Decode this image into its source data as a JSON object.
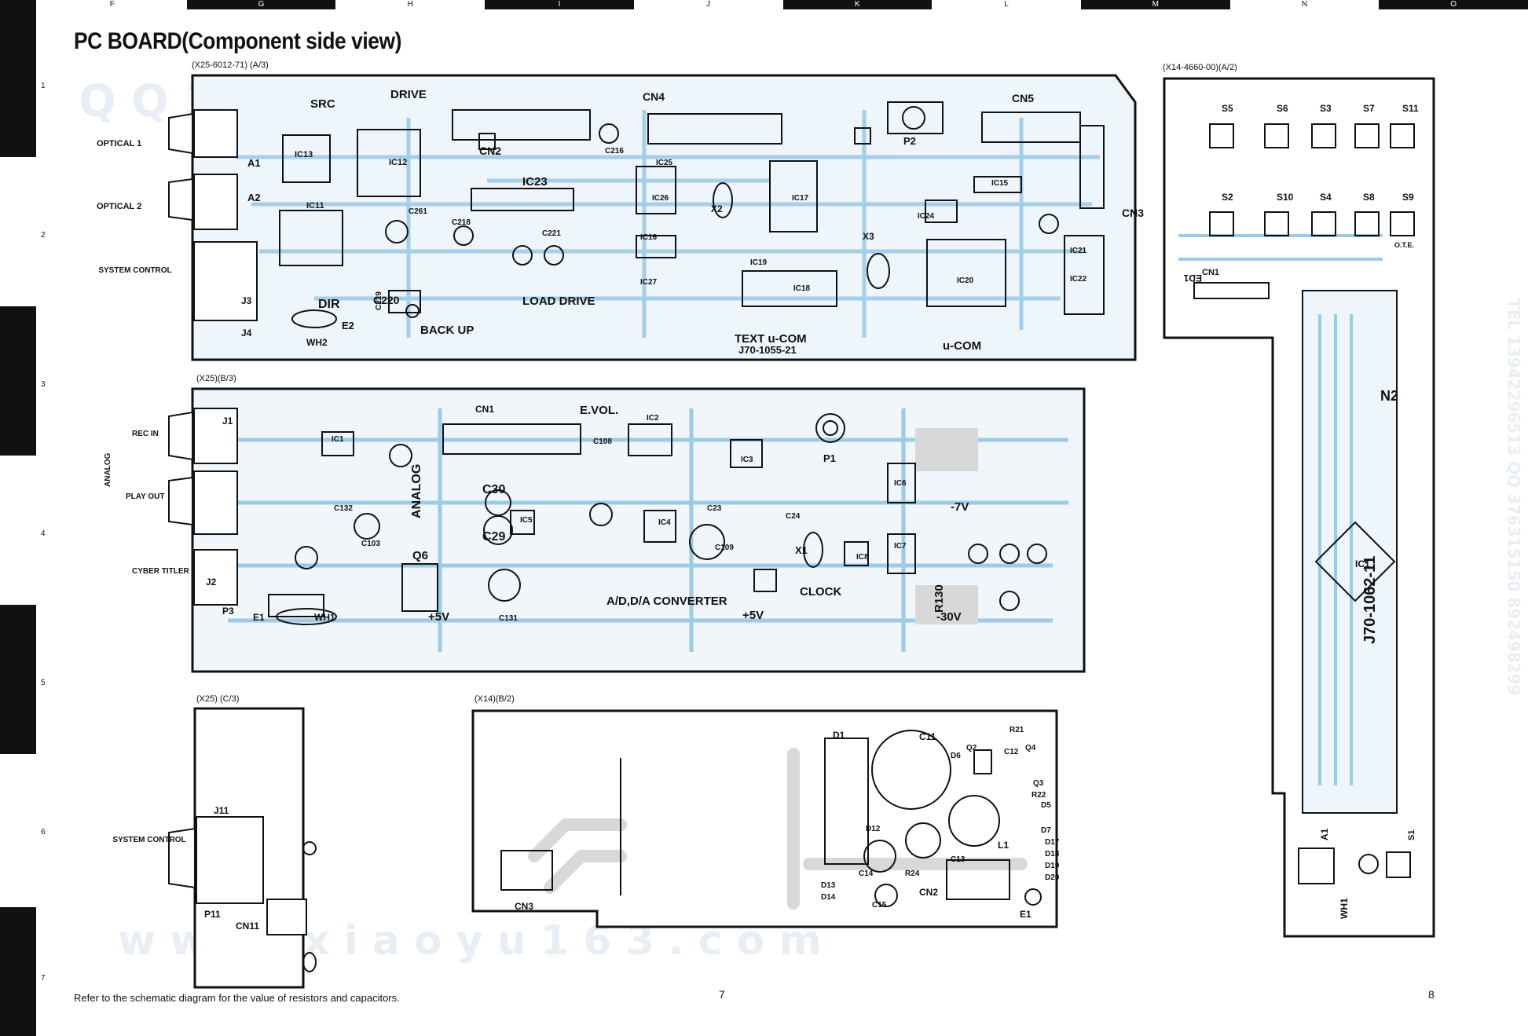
{
  "grid": {
    "columns": [
      "F",
      "G",
      "H",
      "I",
      "J",
      "K",
      "L",
      "M",
      "N",
      "O"
    ],
    "rows": [
      "1",
      "2",
      "3",
      "4",
      "5",
      "6",
      "7"
    ]
  },
  "title": "PC BOARD(Component side view)",
  "boards": {
    "a3": {
      "part": "(X25-6012-71) (A/3)",
      "pcb_no": "J70-1055-21",
      "side_labels": [
        "OPTICAL 1",
        "OPTICAL 2",
        "SYSTEM CONTROL"
      ],
      "labels": [
        "SRC",
        "DRIVE",
        "CN4",
        "CN5",
        "CN2",
        "CN3",
        "IC13",
        "IC12",
        "IC11",
        "IC23",
        "IC25",
        "IC26",
        "IC16",
        "IC27",
        "IC17",
        "IC19",
        "IC18",
        "IC15",
        "IC24",
        "IC20",
        "IC21",
        "IC22",
        "X2",
        "X3",
        "P2",
        "A1",
        "A2",
        "J3",
        "J4",
        "E2",
        "WH2",
        "DIR",
        "BACK UP",
        "LOAD DRIVE",
        "TEXT u-COM",
        "u-COM",
        "C220",
        "C216",
        "C218",
        "C219",
        "C221",
        "C261"
      ]
    },
    "b3": {
      "part": "(X25)(B/3)",
      "side_labels": [
        "REC IN",
        "PLAY OUT",
        "ANALOG",
        "CYBER TITLER"
      ],
      "labels": [
        "J1",
        "J2",
        "P3",
        "E1",
        "WH1",
        "CN1",
        "E.VOL.",
        "IC1",
        "IC2",
        "IC3",
        "IC4",
        "IC5",
        "IC6",
        "IC7",
        "IC8",
        "P1",
        "X1",
        "Q6",
        "ANALOG",
        "A/D,D/A CONVERTER",
        "CLOCK",
        "+5V",
        "+5V",
        "-7V",
        "-30V",
        "R130",
        "C30",
        "C29",
        "C131",
        "C108",
        "C109",
        "C24",
        "C23",
        "C132",
        "C103"
      ]
    },
    "c3": {
      "part": "(X25) (C/3)",
      "side_labels": [
        "SYSTEM CONTROL"
      ],
      "labels": [
        "J11",
        "P11",
        "CN11"
      ]
    },
    "b2": {
      "part": "(X14)(B/2)",
      "labels": [
        "CN3",
        "D1",
        "C11",
        "Q4",
        "Q2",
        "Q3",
        "D12",
        "C14",
        "C13",
        "C15",
        "L1",
        "CN2",
        "E1",
        "D5",
        "D7",
        "D13",
        "D14",
        "D17",
        "D18",
        "D19",
        "D20",
        "R21",
        "R22",
        "R24",
        "C12",
        "D6"
      ]
    },
    "a2": {
      "part": "(X14-4660-00)(A/2)",
      "pcb_no": "J70-1062-11",
      "labels": [
        "S5",
        "S6",
        "S3",
        "S7",
        "S11",
        "S2",
        "S10",
        "S4",
        "S8",
        "S9",
        "CN1",
        "ED1",
        "N2",
        "IC1",
        "A1",
        "WH1",
        "S1",
        "O.T.E."
      ]
    }
  },
  "watermark": {
    "top": "Q Q 3 7 6 3 1 5 1 5 0 4 9 8 2 9 9",
    "bottom": "w w w . x i a o y u 1 6 3 . c o m",
    "side": "TEL 13942296513 QQ 376315150 892498299"
  },
  "footer": "Refer to the schematic diagram for the value of resistors and capacitors.",
  "page_numbers": [
    "7",
    "8"
  ]
}
